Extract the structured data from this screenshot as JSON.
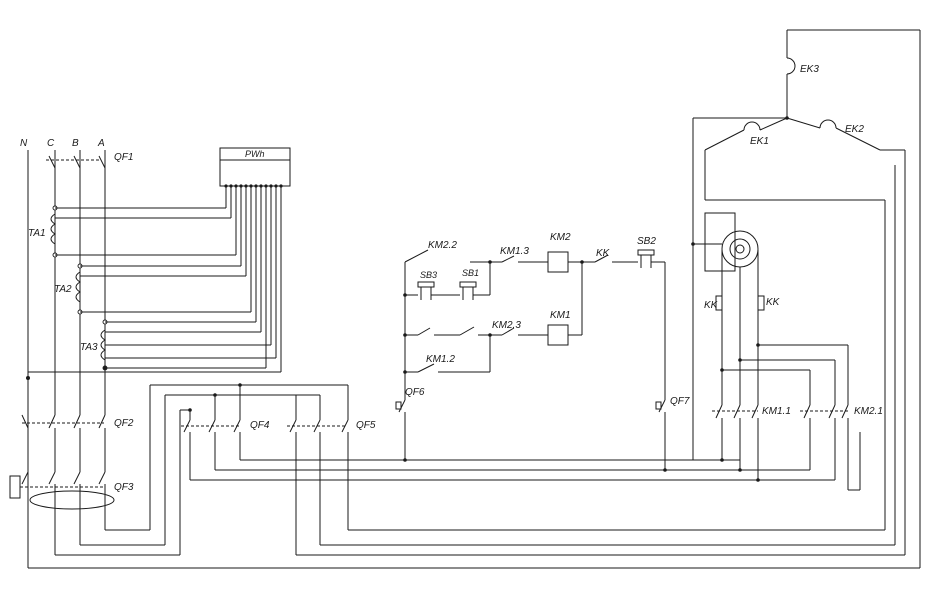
{
  "labels": {
    "n": "N",
    "c": "C",
    "b": "B",
    "a": "A",
    "qf1": "QF1",
    "qf2": "QF2",
    "qf3": "QF3",
    "qf4": "QF4",
    "qf5": "QF5",
    "qf6": "QF6",
    "qf7": "QF7",
    "ta1": "TA1",
    "ta2": "TA2",
    "ta3": "TA3",
    "pwh": "PWh",
    "km22": "KM2.2",
    "km13": "KM1.3",
    "km2": "KM2",
    "kk_ctrl": "KK",
    "sb2": "SB2",
    "sb3": "SB3",
    "sb1": "SB1",
    "km23": "KM2.3",
    "km1": "KM1",
    "km12": "KM1.2",
    "ek1": "EK1",
    "ek2": "EK2",
    "ek3": "EK3",
    "kk_left": "KK",
    "kk_right": "KK",
    "km11": "KM1.1",
    "km21": "KM2.1"
  }
}
